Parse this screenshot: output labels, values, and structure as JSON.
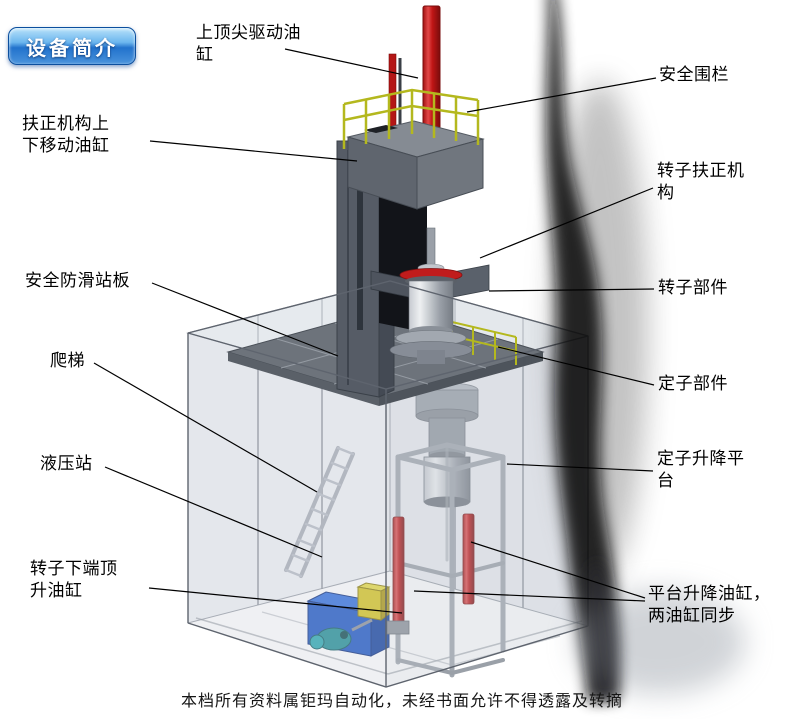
{
  "page": {
    "title_badge": "设备简介",
    "footer": "本档所有资料属钜玛自动化，未经书面允许不得透露及转摘"
  },
  "colors": {
    "badge_blue_light": "#b8e2fa",
    "badge_blue_dark": "#2272cc",
    "cylinder_red": "#c01616",
    "railing_yellow": "#b4b81e",
    "hydraulic_blue": "#1a55c4",
    "accent_yellow_box": "#d6c41e",
    "frame_gray": "#9aa2aa",
    "platform_dark_gray": "#6d737b"
  },
  "labels": [
    {
      "id": "top-drive-cylinder",
      "text": "上顶尖驱动油缸"
    },
    {
      "id": "safety-fence",
      "text": "安全围栏"
    },
    {
      "id": "centering-updown-cylinder",
      "text": "扶正机构上下移动油缸"
    },
    {
      "id": "rotor-centering-mechanism",
      "text": "转子扶正机构"
    },
    {
      "id": "antislip-platform",
      "text": "安全防滑站板"
    },
    {
      "id": "rotor-part",
      "text": "转子部件"
    },
    {
      "id": "ladder",
      "text": "爬梯"
    },
    {
      "id": "stator-part",
      "text": "定子部件"
    },
    {
      "id": "hydraulic-station",
      "text": "液压站"
    },
    {
      "id": "stator-lift-platform",
      "text": "定子升降平台"
    },
    {
      "id": "rotor-bottom-jack-cylinder",
      "text": "转子下端顶升油缸"
    },
    {
      "id": "platform-lift-cylinders",
      "text": "平台升降油缸，两油缸同步"
    }
  ]
}
